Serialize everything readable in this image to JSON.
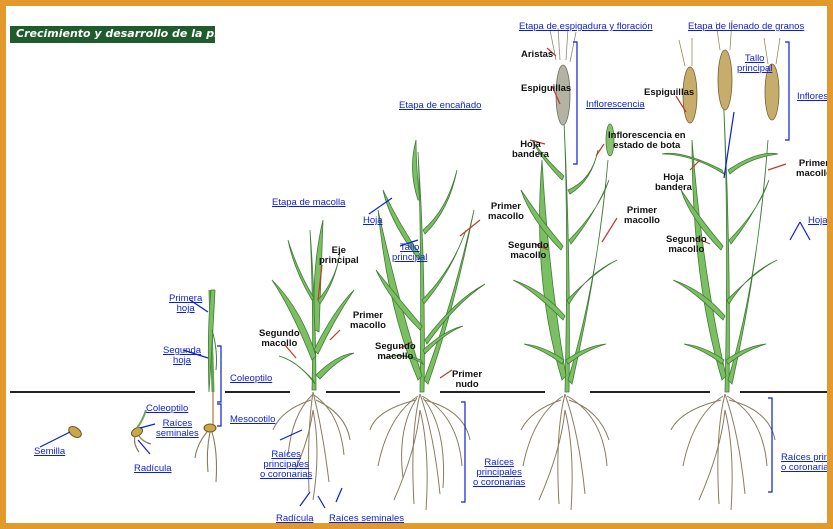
{
  "title": "Crecimiento y desarrollo de la planta de trigo",
  "colors": {
    "border": "#e39a2c",
    "title_bg": "#1f5b2c",
    "link": "#0b1fd6",
    "leaf": "#5fa04e",
    "root": "#8a7a60",
    "soil_line": "#222222",
    "red_pointer": "#c0392b"
  },
  "stages": {
    "macolla": "Etapa de macolla",
    "encanado": "Etapa de encañado",
    "espigadura": "Etapa de espigadura y floración",
    "llenado": "Etapa de llenado de granos"
  },
  "labels": {
    "semilla": "Semilla",
    "coleoptilo_small": "Coleoptilo",
    "raices_seminales_small": [
      "Raíces",
      "seminales"
    ],
    "radicula_small": "Radícula",
    "primera_hoja": [
      "Primera",
      "hoja"
    ],
    "segunda_hoja": [
      "Segunda",
      "hoja"
    ],
    "coleoptilo": "Coleoptilo",
    "mesocotilo": "Mesocotilo",
    "eje_principal": [
      "Eje",
      "principal"
    ],
    "segundo_macollo_1": [
      "Segundo",
      "macollo"
    ],
    "primer_macollo_1": [
      "Primer",
      "macollo"
    ],
    "raices_principales_1": [
      "Raíces",
      "principales",
      "o coronarias"
    ],
    "radicula": "Radícula",
    "raices_seminales": "Raíces seminales",
    "hoja": "Hoja",
    "tallo_principal_1": [
      "Tallo",
      "principal"
    ],
    "primer_macollo_2": [
      "Primer",
      "macollo"
    ],
    "segundo_macollo_2": [
      "Segundo",
      "macollo"
    ],
    "primer_nudo": [
      "Primer",
      "nudo"
    ],
    "raices_principales_2": [
      "Raíces",
      "principales",
      "o coronarias"
    ],
    "aristas": "Aristas",
    "espiguillas_1": "Espiguillas",
    "inflorescencia": "Inflorescencia",
    "hoja_bandera_1": [
      "Hoja",
      "bandera"
    ],
    "inflorescencia_bota": [
      "Inflorescencia en",
      "estado de bota"
    ],
    "primer_macollo_3": [
      "Primer",
      "macollo"
    ],
    "segundo_macollo_3": [
      "Segundo",
      "macollo"
    ],
    "espiguillas_2": "Espiguillas",
    "tallo_principal_2": [
      "Tallo",
      "principal"
    ],
    "inflorescencia_2": "Inflorescencia",
    "hoja_bandera_2": [
      "Hoja",
      "bandera"
    ],
    "primer_macollo_4": [
      "Primer",
      "macollo"
    ],
    "segundo_macollo_4": [
      "Segundo",
      "macollo"
    ],
    "hojas": "Hojas",
    "raices_principales_3": [
      "Raíces principales",
      "o coronarias"
    ]
  }
}
